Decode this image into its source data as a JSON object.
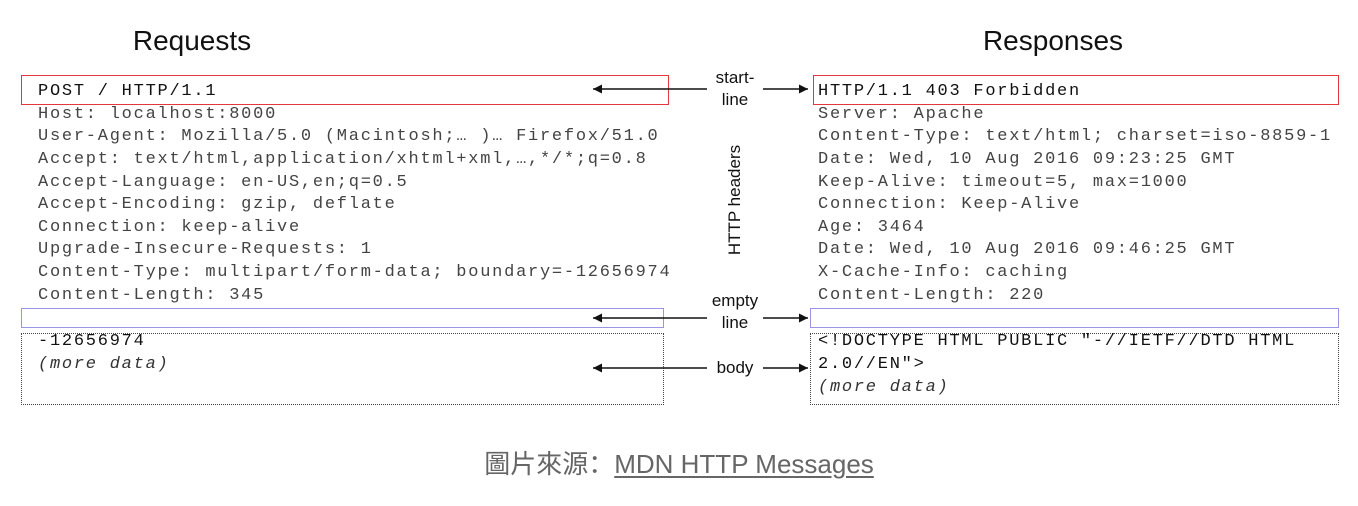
{
  "titles": {
    "requests": "Requests",
    "responses": "Responses"
  },
  "request": {
    "start_line": "POST / HTTP/1.1",
    "headers": [
      "Host: localhost:8000",
      "User-Agent: Mozilla/5.0 (Macintosh;… )… Firefox/51.0",
      "Accept: text/html,application/xhtml+xml,…,*/*;q=0.8",
      "Accept-Language: en-US,en;q=0.5",
      "Accept-Encoding: gzip, deflate",
      "Connection: keep-alive",
      "Upgrade-Insecure-Requests: 1",
      "Content-Type: multipart/form-data; boundary=-12656974",
      "Content-Length: 345"
    ],
    "body": [
      "-12656974"
    ],
    "more": "(more data)"
  },
  "response": {
    "start_line": "HTTP/1.1 403 Forbidden",
    "headers": [
      "Server: Apache",
      "Content-Type: text/html; charset=iso-8859-1",
      "Date: Wed, 10 Aug 2016 09:23:25 GMT",
      "Keep-Alive: timeout=5, max=1000",
      "Connection: Keep-Alive",
      "Age: 3464",
      "Date: Wed, 10 Aug 2016 09:46:25 GMT",
      "X-Cache-Info: caching",
      "Content-Length: 220"
    ],
    "body": [
      "<!DOCTYPE HTML PUBLIC \"-//IETF//DTD HTML",
      "2.0//EN\">"
    ],
    "more": "(more data)"
  },
  "labels": {
    "start_line_1": "start-",
    "start_line_2": "line",
    "headers": "HTTP headers",
    "empty_1": "empty",
    "empty_2": "line",
    "body": "body"
  },
  "caption": {
    "prefix": "圖片來源：",
    "link": "MDN HTTP Messages"
  }
}
